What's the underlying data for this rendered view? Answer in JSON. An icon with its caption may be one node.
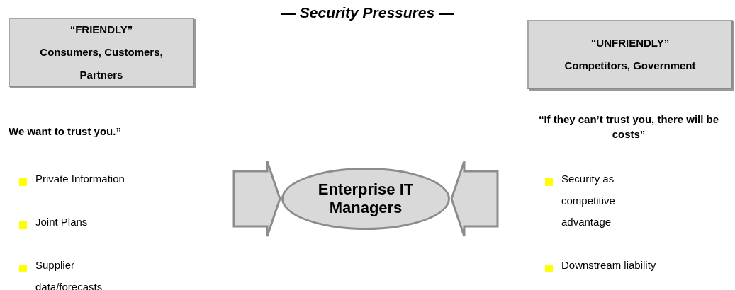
{
  "diagram": {
    "title": "— Security Pressures —",
    "nodes": [
      {
        "text": [
          "“FRIENDLY”",
          "Consumers, Customers, Partners"
        ]
      },
      {
        "text": [
          "“UNFRIENDLY”",
          "Competitors, Government"
        ]
      },
      {
        "text": [
          "Enterprise IT Managers"
        ]
      }
    ],
    "edges": [
      {
        "from": null,
        "to": 2,
        "arrow": "to"
      },
      {
        "from": null,
        "to": 2,
        "arrow": "to"
      }
    ],
    "labels": [
      "We want to trust you.”",
      "“If they can’t trust you, there will be costs”",
      "Private Information",
      "Joint Plans",
      "Supplier data/forecasts",
      "Security as competitive advantage",
      "Downstream liability"
    ]
  }
}
